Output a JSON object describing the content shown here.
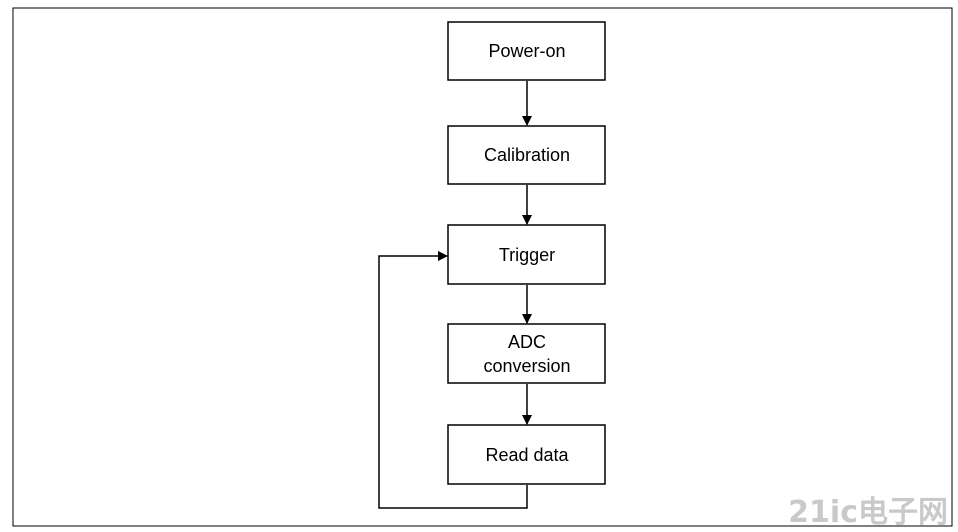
{
  "diagram": {
    "nodes": [
      {
        "id": "power-on",
        "lines": [
          "Power-on"
        ]
      },
      {
        "id": "calibration",
        "lines": [
          "Calibration"
        ]
      },
      {
        "id": "trigger",
        "lines": [
          "Trigger"
        ]
      },
      {
        "id": "adc-conversion",
        "lines": [
          "ADC",
          "conversion"
        ]
      },
      {
        "id": "read-data",
        "lines": [
          "Read data"
        ]
      }
    ],
    "edges": [
      {
        "from": "power-on",
        "to": "calibration"
      },
      {
        "from": "calibration",
        "to": "trigger"
      },
      {
        "from": "trigger",
        "to": "adc-conversion"
      },
      {
        "from": "adc-conversion",
        "to": "read-data"
      },
      {
        "from": "read-data",
        "to": "trigger",
        "kind": "loop-back"
      }
    ]
  },
  "watermark": {
    "text": "21ic电子网"
  },
  "colors": {
    "line": "#000000",
    "box_fill": "#ffffff",
    "watermark": "#c9c9c9"
  }
}
